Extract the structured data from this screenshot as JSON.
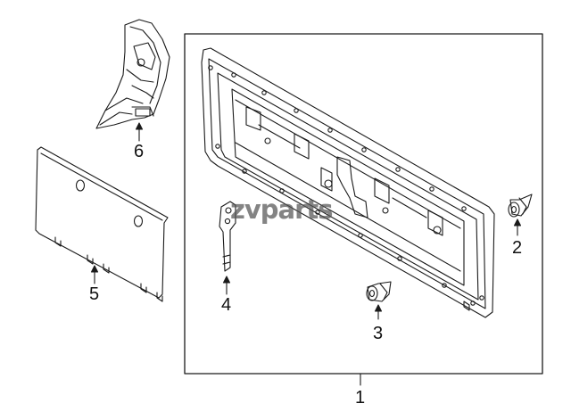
{
  "diagram": {
    "callouts": [
      {
        "id": "part-1",
        "label": "1"
      },
      {
        "id": "part-2",
        "label": "2"
      },
      {
        "id": "part-3",
        "label": "3"
      },
      {
        "id": "part-4",
        "label": "4"
      },
      {
        "id": "part-5",
        "label": "5"
      },
      {
        "id": "part-6",
        "label": "6"
      }
    ],
    "watermark": "zvparts",
    "colors": {
      "line": "#1a1a1a",
      "background": "#ffffff",
      "watermark": "#555555"
    }
  }
}
